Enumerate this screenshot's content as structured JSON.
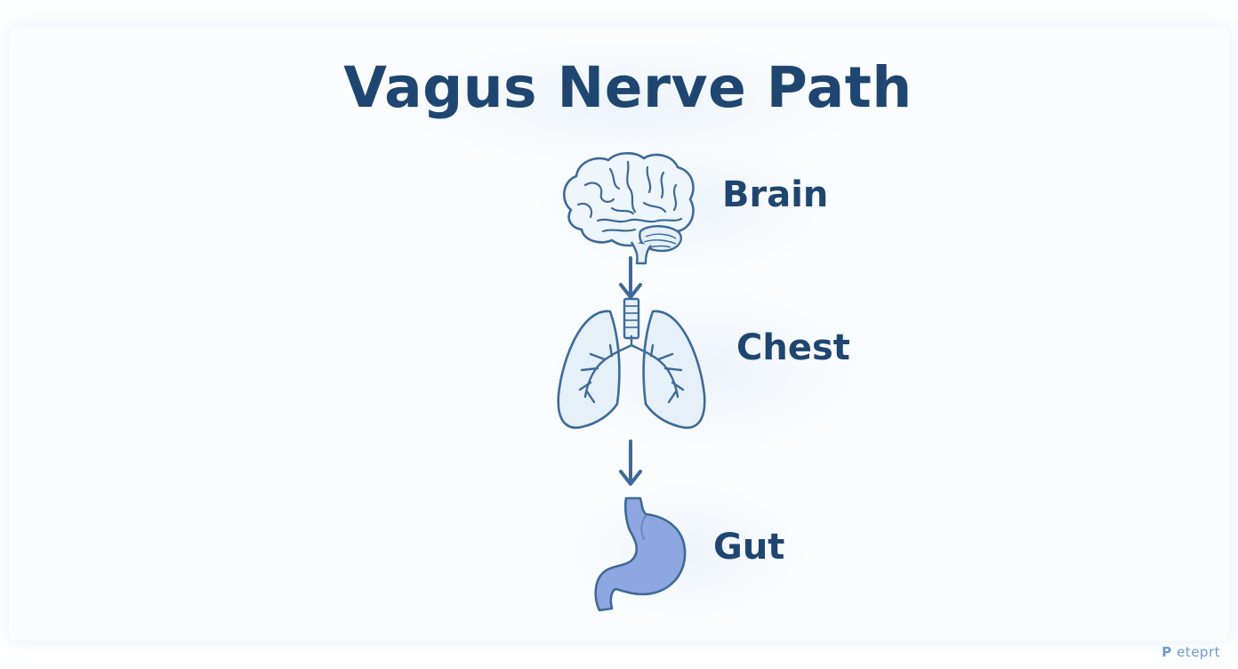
{
  "diagram": {
    "title": "Vagus Nerve Path",
    "nodes": [
      {
        "label": "Brain",
        "icon": "brain-icon"
      },
      {
        "label": "Chest",
        "icon": "lungs-icon"
      },
      {
        "label": "Gut",
        "icon": "stomach-icon"
      }
    ],
    "flow": [
      "Brain",
      "Chest",
      "Gut"
    ]
  },
  "watermark": "eteprt",
  "colors": {
    "text": "#1e4670",
    "stroke": "#3d6a98",
    "fill_light": "#e6f0f9",
    "stomach_fill": "#8fa7e0",
    "arrow": "#41689a"
  }
}
